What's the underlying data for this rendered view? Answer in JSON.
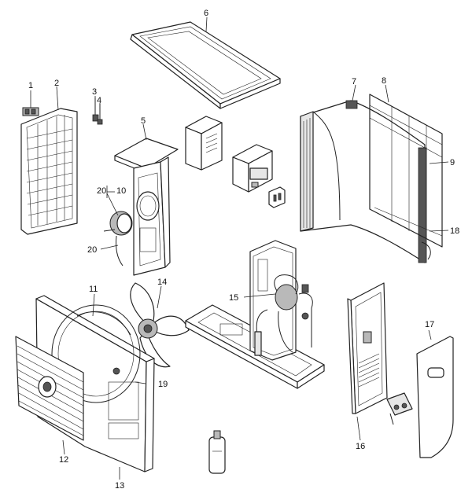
{
  "callouts": [
    {
      "id": "c1",
      "text": "1"
    },
    {
      "id": "c2",
      "text": "2"
    },
    {
      "id": "c3",
      "text": "3"
    },
    {
      "id": "c4",
      "text": "4"
    },
    {
      "id": "c5",
      "text": "5"
    },
    {
      "id": "c6",
      "text": "6"
    },
    {
      "id": "c7",
      "text": "7"
    },
    {
      "id": "c8",
      "text": "8"
    },
    {
      "id": "c9",
      "text": "9"
    },
    {
      "id": "c10",
      "text": "10"
    },
    {
      "id": "c11",
      "text": "11"
    },
    {
      "id": "c12",
      "text": "12"
    },
    {
      "id": "c13",
      "text": "13"
    },
    {
      "id": "c14",
      "text": "14"
    },
    {
      "id": "c15",
      "text": "15"
    },
    {
      "id": "c16",
      "text": "16"
    },
    {
      "id": "c17",
      "text": "17"
    },
    {
      "id": "c18",
      "text": "18"
    },
    {
      "id": "c19",
      "text": "19"
    },
    {
      "id": "c20a",
      "text": "20"
    },
    {
      "id": "c20b",
      "text": "20"
    }
  ]
}
